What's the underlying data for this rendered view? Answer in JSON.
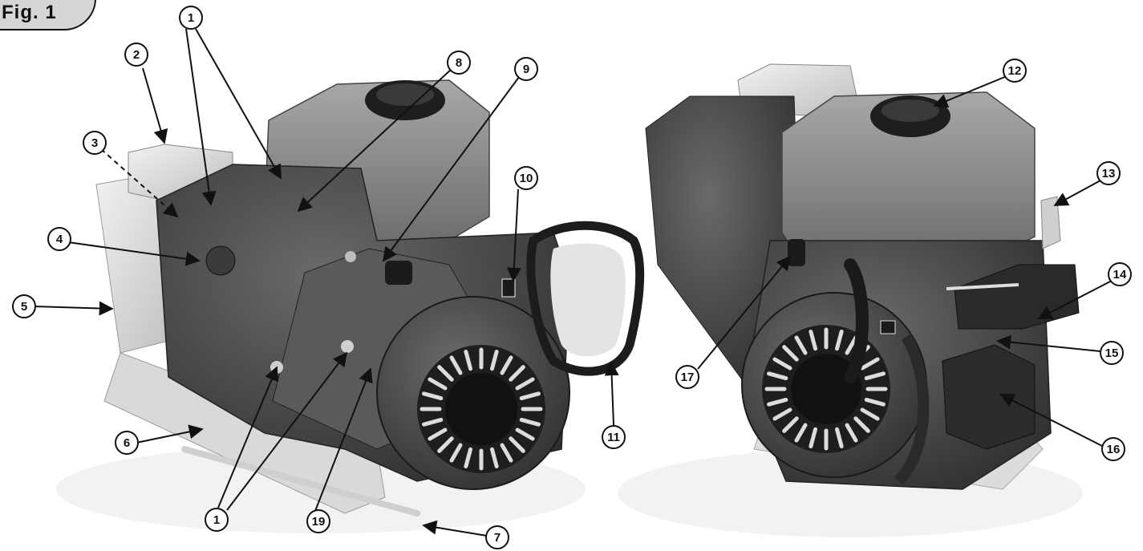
{
  "figure": {
    "label": "Fig. 1"
  },
  "callouts": [
    "1",
    "2",
    "3",
    "4",
    "5",
    "6",
    "7",
    "8",
    "9",
    "10",
    "11",
    "12",
    "13",
    "14",
    "15",
    "16",
    "17",
    "1",
    "19"
  ],
  "colors": {
    "body_dark": "#4a4a4a",
    "tank_mid": "#8c8c8c",
    "light_part": "#e6e6e6",
    "line": "#111111",
    "badge": "#d6d6d6"
  }
}
